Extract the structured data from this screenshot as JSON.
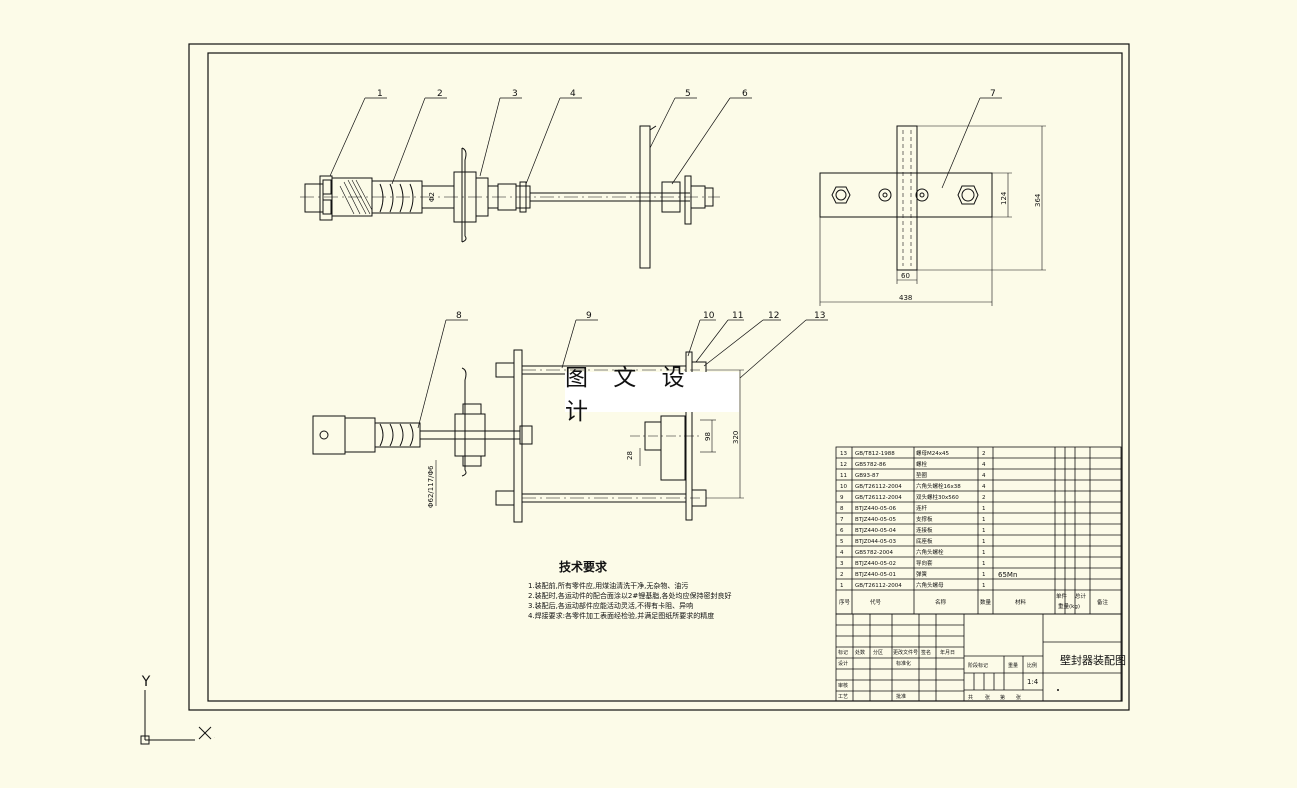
{
  "watermark": "图 文 设 计",
  "ucs": {
    "y_label": "Y",
    "x_label": "X"
  },
  "balloons": [
    "1",
    "2",
    "3",
    "4",
    "5",
    "6",
    "7",
    "8",
    "9",
    "10",
    "11",
    "12",
    "13"
  ],
  "dimensions": {
    "top_left_dia": "Φ2",
    "plate_height": "124",
    "plate_total_height": "364",
    "column_width": "60",
    "plate_width": "438",
    "lower_span": "320",
    "lower_d1": "98",
    "lower_d2": "28",
    "bolt_circle": "Φ62/117/Φ6"
  },
  "tech_requirements": {
    "title": "技术要求",
    "lines": [
      "1.装配前,所有零件应,用煤油清洗干净,无杂物、油污",
      "2.装配时,各运动件的配合面涂以2#锂基脂,各处均应保持密封良好",
      "3.装配后,各运动部件应能活动灵活,不得有卡阻、异响",
      "4.焊接要求:各零件加工表面经检验,并满足图纸所要求的精度"
    ]
  },
  "parts": [
    {
      "no": "13",
      "code": "GB/T812-1988",
      "name": "螺母M24x45",
      "qty": "2",
      "material": ""
    },
    {
      "no": "12",
      "code": "GB5782-86",
      "name": "螺栓",
      "qty": "4",
      "material": ""
    },
    {
      "no": "11",
      "code": "GB93-87",
      "name": "垫圈",
      "qty": "4",
      "material": ""
    },
    {
      "no": "10",
      "code": "GB/T26112-2004",
      "name": "六角头螺栓16x38",
      "qty": "4",
      "material": ""
    },
    {
      "no": "9",
      "code": "GB/T26112-2004",
      "name": "双头螺柱30x560",
      "qty": "2",
      "material": ""
    },
    {
      "no": "8",
      "code": "BTJZ440-05-06",
      "name": "连杆",
      "qty": "1",
      "material": ""
    },
    {
      "no": "7",
      "code": "BTJZ440-05-05",
      "name": "支撑板",
      "qty": "1",
      "material": ""
    },
    {
      "no": "6",
      "code": "BTJZ440-05-04",
      "name": "连接板",
      "qty": "1",
      "material": ""
    },
    {
      "no": "5",
      "code": "BTJZ044-05-03",
      "name": "底座板",
      "qty": "1",
      "material": ""
    },
    {
      "no": "4",
      "code": "GB5782-2004",
      "name": "六角头螺栓",
      "qty": "1",
      "material": ""
    },
    {
      "no": "3",
      "code": "BTJZ440-05-02",
      "name": "导向套",
      "qty": "1",
      "material": ""
    },
    {
      "no": "2",
      "code": "BTJZ440-05-01",
      "name": "弹簧",
      "qty": "1",
      "material": "65Mn"
    },
    {
      "no": "1",
      "code": "GB/T26112-2004",
      "name": "六角头螺母",
      "qty": "1",
      "material": ""
    }
  ],
  "table_header": [
    "序号",
    "代号",
    "名称",
    "数量",
    "材料",
    "单件",
    "总计",
    "重量(kg)",
    "备注"
  ],
  "title_block": {
    "drawing_name": "壁封器装配图",
    "scale": "1:4",
    "labels": [
      "标记",
      "处数",
      "分区",
      "更改文件号",
      "签名",
      "年月日",
      "设计",
      "标准化",
      "审核",
      "工艺",
      "批准",
      "阶段标记",
      "重量",
      "比例",
      "共",
      "张",
      "第",
      "张"
    ]
  }
}
